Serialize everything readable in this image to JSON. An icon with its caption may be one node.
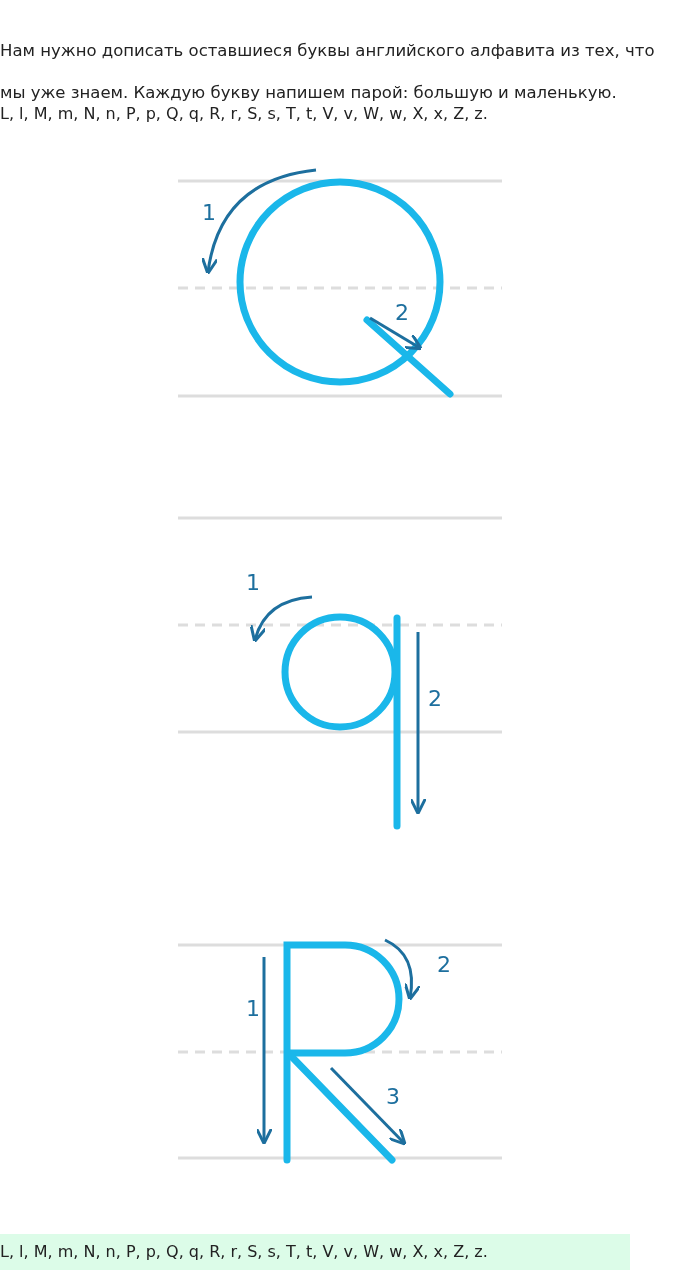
{
  "diagram": {
    "labels": [
      "Нам нужно дописать оставшиеся буквы английского алфавита из тех, что мы уже знаем. Каждую букву напишем парой: большую и маленькую.",
      "L, l, M, m, N, n, P, p, Q, q, R, r, S, s, T, t, V, v, W, w, X, x, Z, z.",
      "1",
      "2",
      "1",
      "2",
      "1",
      "2",
      "3",
      "L, l, M, m, N, n, P, p, Q, q, R, r, S, s, T, t, V, v, W, w, X, x, Z, z."
    ]
  }
}
